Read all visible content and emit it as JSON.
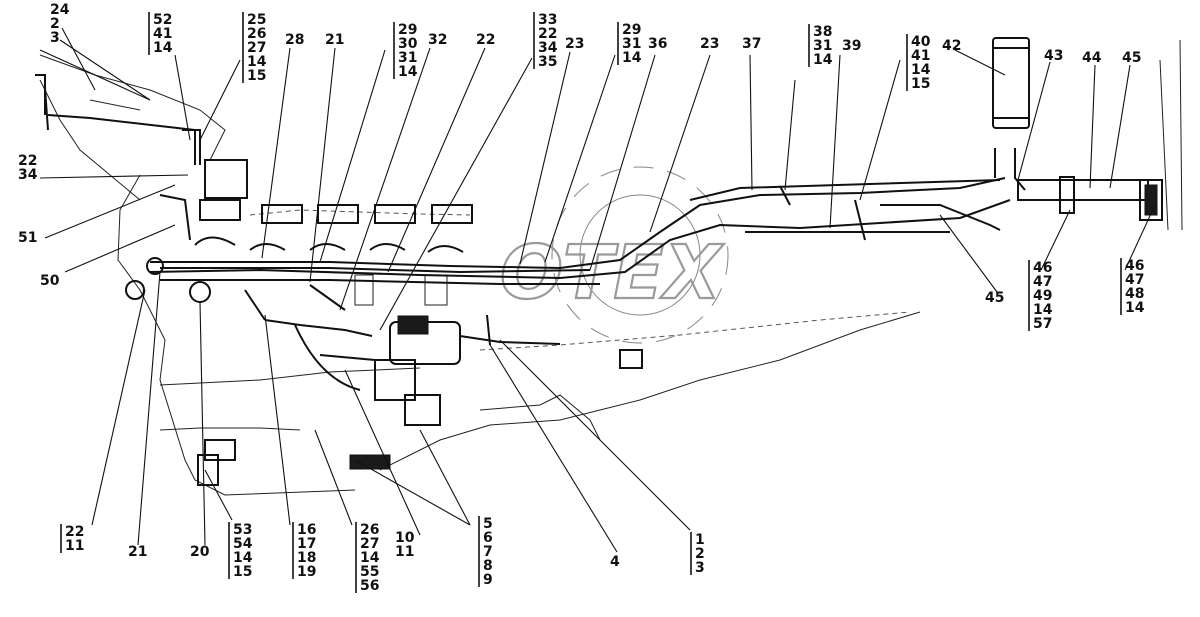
{
  "watermark": "OTEX",
  "callouts": [
    {
      "id": "c-24-2-3",
      "lines": [
        "24",
        "2",
        "3"
      ]
    },
    {
      "id": "c-52-41-14",
      "lines": [
        "52",
        "41",
        "14"
      ]
    },
    {
      "id": "c-25-26-27-14-15",
      "lines": [
        "25",
        "26",
        "27",
        "14",
        "15"
      ]
    },
    {
      "id": "c-28",
      "lines": [
        "28"
      ]
    },
    {
      "id": "c-21-top",
      "lines": [
        "21"
      ]
    },
    {
      "id": "c-29-30-31-14",
      "lines": [
        "29",
        "30",
        "31",
        "14"
      ]
    },
    {
      "id": "c-32",
      "lines": [
        "32"
      ]
    },
    {
      "id": "c-22-top",
      "lines": [
        "22"
      ]
    },
    {
      "id": "c-33-22-34-35",
      "lines": [
        "33",
        "22",
        "34",
        "35"
      ]
    },
    {
      "id": "c-23-a",
      "lines": [
        "23"
      ]
    },
    {
      "id": "c-29-31-14",
      "lines": [
        "29",
        "31",
        "14"
      ]
    },
    {
      "id": "c-36",
      "lines": [
        "36"
      ]
    },
    {
      "id": "c-23-b",
      "lines": [
        "23"
      ]
    },
    {
      "id": "c-37",
      "lines": [
        "37"
      ]
    },
    {
      "id": "c-38-31-14",
      "lines": [
        "38",
        "31",
        "14"
      ]
    },
    {
      "id": "c-39",
      "lines": [
        "39"
      ]
    },
    {
      "id": "c-40-41-14-15",
      "lines": [
        "40",
        "41",
        "14",
        "15"
      ]
    },
    {
      "id": "c-42",
      "lines": [
        "42"
      ]
    },
    {
      "id": "c-43",
      "lines": [
        "43"
      ]
    },
    {
      "id": "c-44",
      "lines": [
        "44"
      ]
    },
    {
      "id": "c-45-top",
      "lines": [
        "45"
      ]
    },
    {
      "id": "c-22-34",
      "lines": [
        "22",
        "34"
      ]
    },
    {
      "id": "c-51",
      "lines": [
        "51"
      ]
    },
    {
      "id": "c-50",
      "lines": [
        "50"
      ]
    },
    {
      "id": "c-45-mid",
      "lines": [
        "45"
      ]
    },
    {
      "id": "c-46-47-49-14-57",
      "lines": [
        "46",
        "47",
        "49",
        "14",
        "57"
      ]
    },
    {
      "id": "c-46-47-48-14",
      "lines": [
        "46",
        "47",
        "48",
        "14"
      ]
    },
    {
      "id": "c-22-11",
      "lines": [
        "22",
        "11"
      ]
    },
    {
      "id": "c-21-bottom",
      "lines": [
        "21"
      ]
    },
    {
      "id": "c-20",
      "lines": [
        "20"
      ]
    },
    {
      "id": "c-53-54-14-15",
      "lines": [
        "53",
        "54",
        "14",
        "15"
      ]
    },
    {
      "id": "c-16-17-18-19",
      "lines": [
        "16",
        "17",
        "18",
        "19"
      ]
    },
    {
      "id": "c-26-27-14-55-56",
      "lines": [
        "26",
        "27",
        "14",
        "55",
        "56"
      ]
    },
    {
      "id": "c-10-11",
      "lines": [
        "10",
        "11"
      ]
    },
    {
      "id": "c-5-6-7-8-9",
      "lines": [
        "5",
        "6",
        "7",
        "8",
        "9"
      ]
    },
    {
      "id": "c-4",
      "lines": [
        "4"
      ]
    },
    {
      "id": "c-1-2-3",
      "lines": [
        "1",
        "2",
        "3"
      ]
    }
  ]
}
